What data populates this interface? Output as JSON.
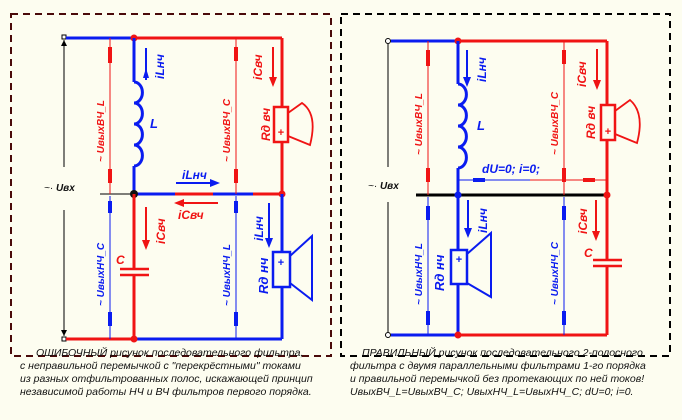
{
  "colors": {
    "background": "#fdfdf0",
    "lf_blue": "#0a1cf0",
    "hf_red": "#f01414",
    "wire_black": "#000000",
    "frame_left": "#4a0a0a",
    "frame_right": "#000000",
    "caption_text": "#111111"
  },
  "left_panel": {
    "label_uin": "Uвх",
    "label_uin_prefix": "~·",
    "label_uout_hf_l": "~ UвыхВЧ_L",
    "label_uout_hf_c": "~ UвыхВЧ_C",
    "label_uout_lf_c": "~ UвыхНЧ_C",
    "label_uout_lf_l": "~ UвыхНЧ_L",
    "label_inductor": "L",
    "label_capacitor": "C",
    "label_i_lf_top": "iLнч",
    "label_i_hf_top": "iCвч",
    "label_i_lf_jumper": "iLнч",
    "label_i_hf_jumper": "iCвч",
    "label_i_hf_cap": "iCвч",
    "label_i_lf_speaker": "iLнч",
    "label_speaker_hf": "Rд вч",
    "label_speaker_lf": "Rд нч",
    "speaker_plus": "+",
    "caption": [
      "ОШИБОЧНЫЙ рисунок последовательного фильтра,",
      "с неправильной перемычкой с \"перекрёстными\" токами",
      "из разных отфильтрованных полос, искажающей принцип",
      "независимой работы НЧ и ВЧ фильтров первого порядка."
    ]
  },
  "right_panel": {
    "label_uin": "Uвх",
    "label_uin_prefix": "~·",
    "label_uout_hf_l": "~ UвыхВЧ_L",
    "label_uout_hf_c": "~ UвыхВЧ_C",
    "label_uout_lf_l": "~ UвыхНЧ_L",
    "label_uout_lf_c": "~ UвыхНЧ_C",
    "label_inductor": "L",
    "label_capacitor": "C",
    "label_i_lf_top": "iLнч",
    "label_i_hf_top": "iCвч",
    "label_i_lf_bottom": "iLнч",
    "label_i_hf_bottom": "iCвч",
    "label_jumper": "dU=0; i=0;",
    "label_speaker_hf": "Rд вч",
    "label_speaker_lf": "Rд нч",
    "speaker_plus": "+",
    "caption": [
      "ПРАВИЛЬНЫЙ рисунок последовательного 2-полосного",
      "фильтра с двумя параллельными фильтрами 1-го порядка",
      "и правильной перемычкой без протекающих по ней токов!",
      "UвыхВЧ_L=UвыхВЧ_C;  UвыхНЧ_L=UвыхНЧ_C;  dU=0; i=0."
    ]
  }
}
